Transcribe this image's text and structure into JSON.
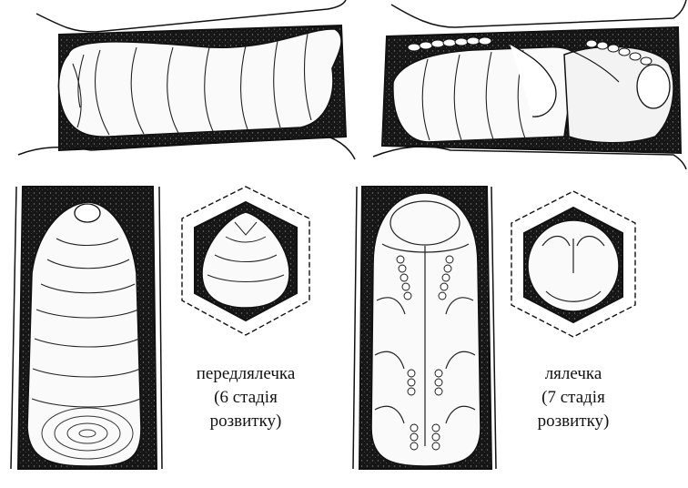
{
  "colors": {
    "ink": "#111111",
    "cell_dark": "#1a1a1a",
    "paper": "#ffffff"
  },
  "captions": {
    "prepupa": {
      "line1": "передлялечка",
      "line2": "(6 стадія",
      "line3": "розвитку)"
    },
    "pupa": {
      "line1": "лялечка",
      "line2": "(7 стадія",
      "line3": "розвитку)"
    }
  }
}
